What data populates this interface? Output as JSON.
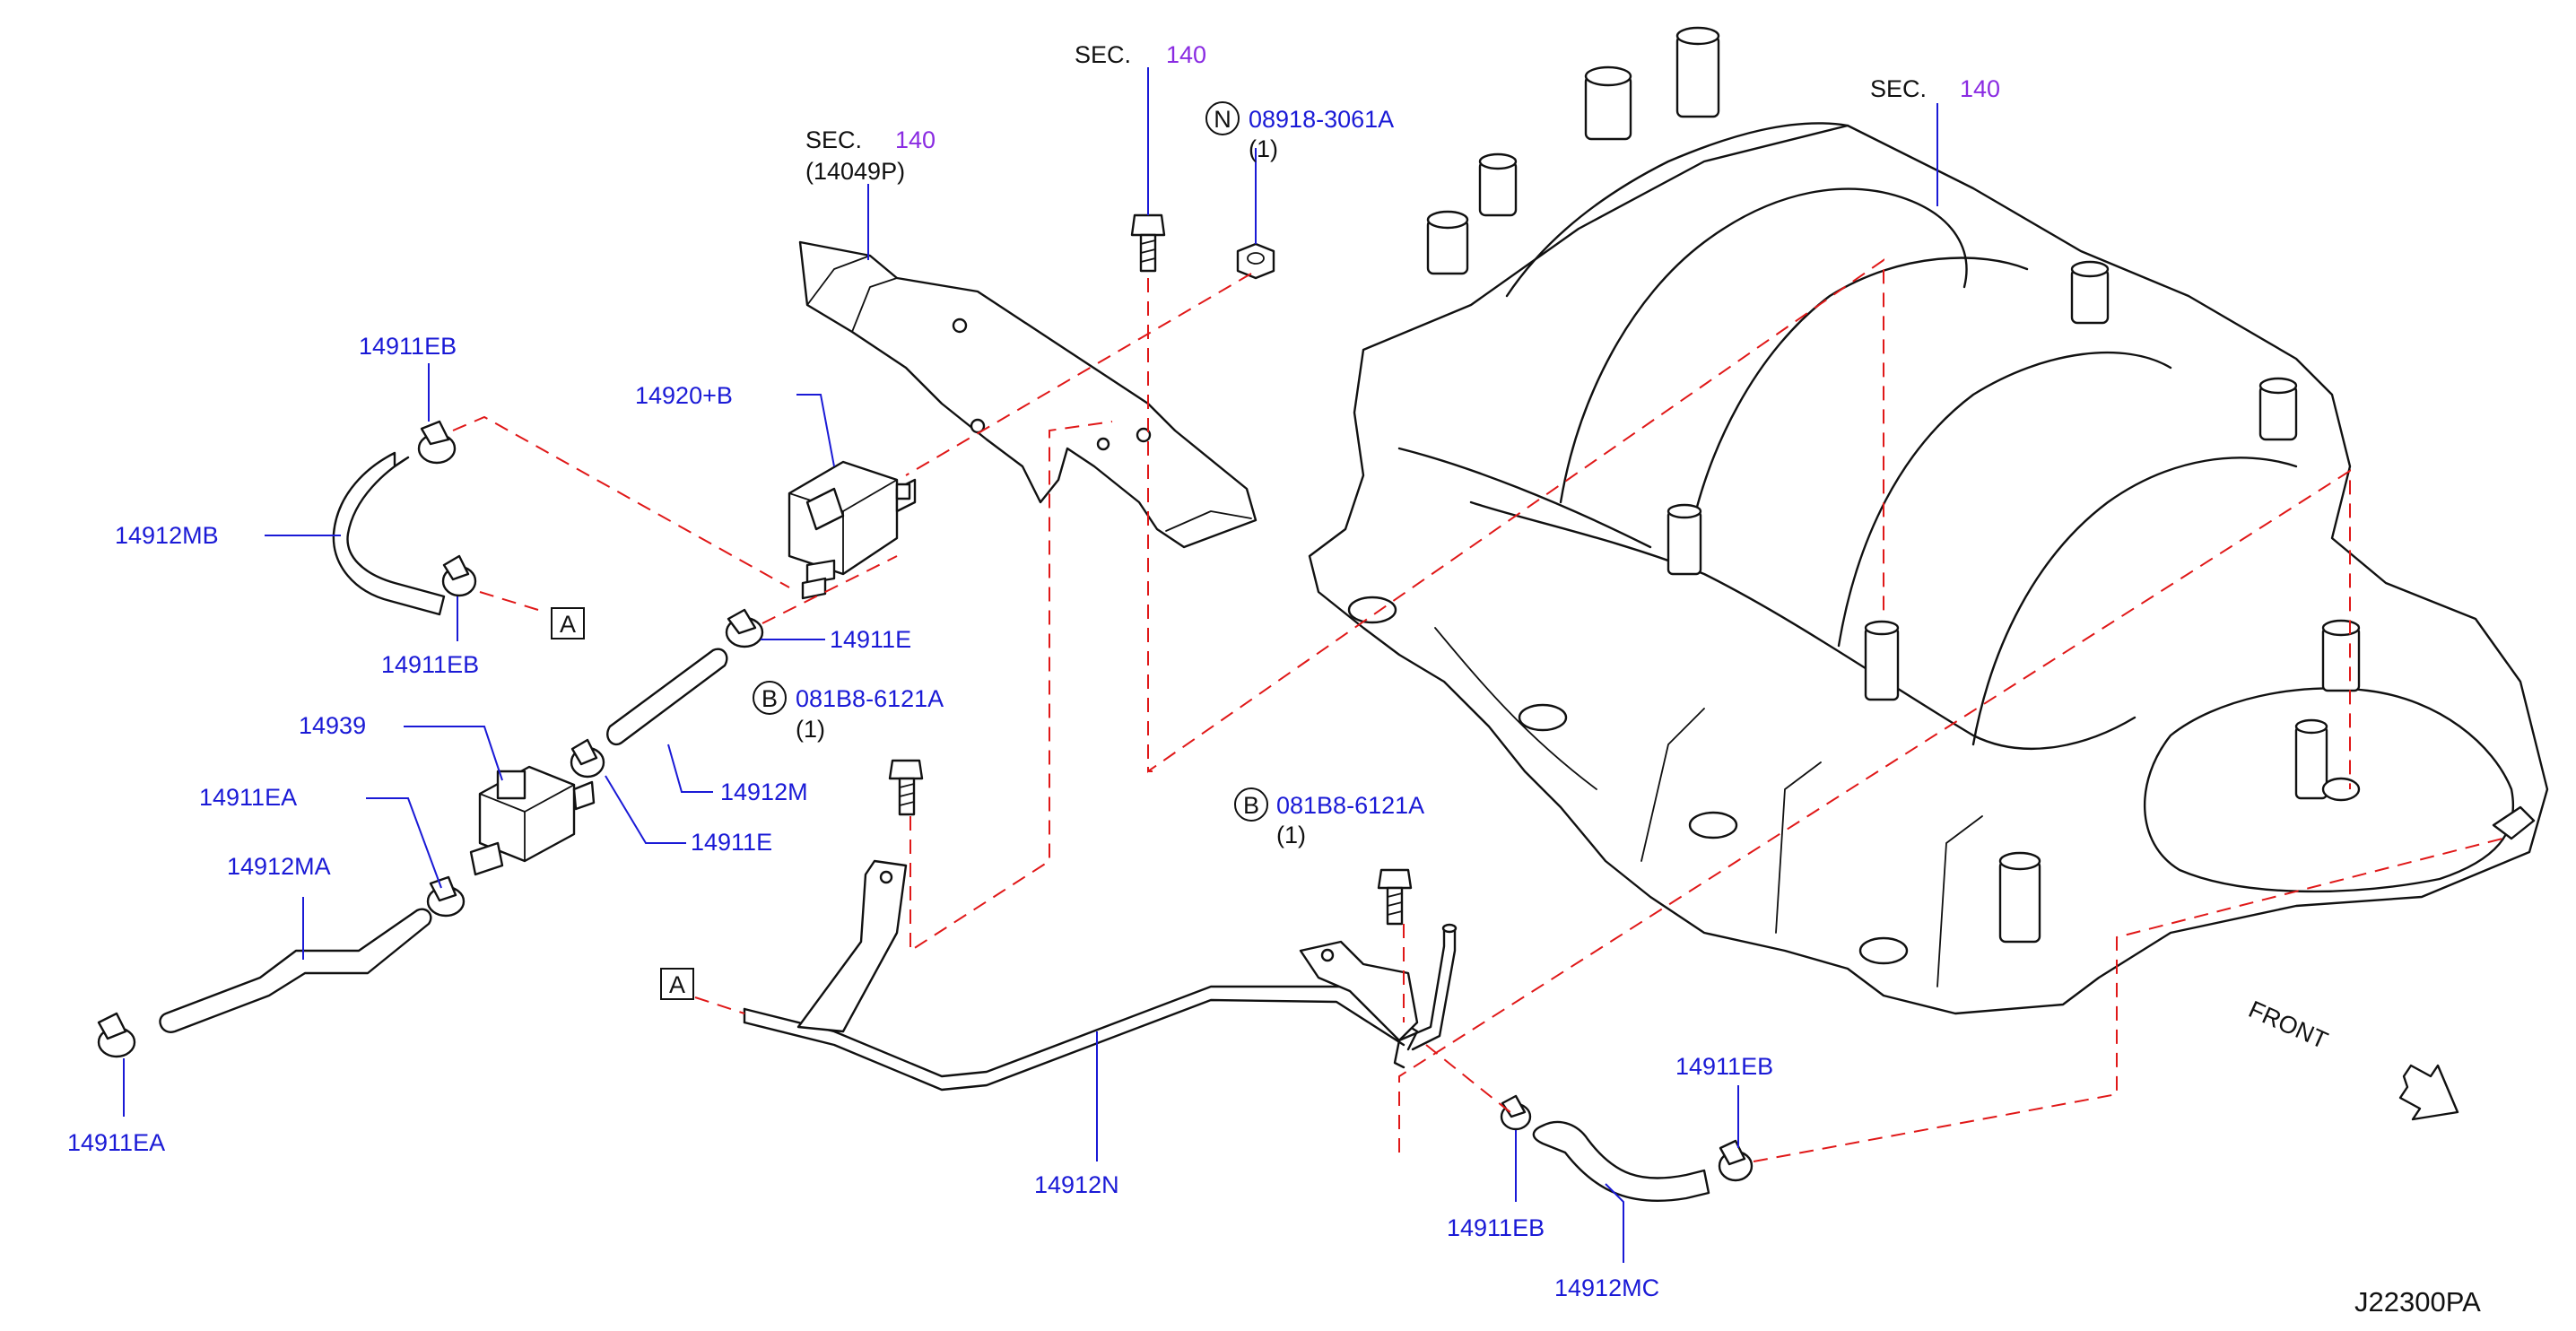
{
  "diagram_code": "J22300PA",
  "front": "FRONT",
  "sections": {
    "sec_label": "SEC.",
    "sec_number": "140",
    "sub_ref": "(14049P)"
  },
  "parts": {
    "p14911EB_top": "14911EB",
    "p14920B": "14920+B",
    "p14912MB": "14912MB",
    "p14911EB_mid": "14911EB",
    "p14911E_upper": "14911E",
    "p14939": "14939",
    "p14912M": "14912M",
    "p14911EA_upper": "14911EA",
    "p14911E_lower": "14911E",
    "p14912MA": "14912MA",
    "p14911EA_lower": "14911EA",
    "p14912N": "14912N",
    "p14911EB_bottom": "14911EB",
    "p14912MC": "14912MC",
    "p14911EB_right": "14911EB"
  },
  "fasteners": {
    "nut": {
      "marker": "N",
      "part": "08918-3061A",
      "qty": "(1)"
    },
    "bolt_upper": {
      "marker": "B",
      "part": "081B8-6121A",
      "qty": "(1)"
    },
    "bolt_lower": {
      "marker": "B",
      "part": "081B8-6121A",
      "qty": "(1)"
    }
  },
  "connector_ref": "A",
  "colors": {
    "part_number": "#1a1ad6",
    "section_number": "#8a2be2",
    "dashed_line": "#e01818",
    "outline": "#111111"
  }
}
